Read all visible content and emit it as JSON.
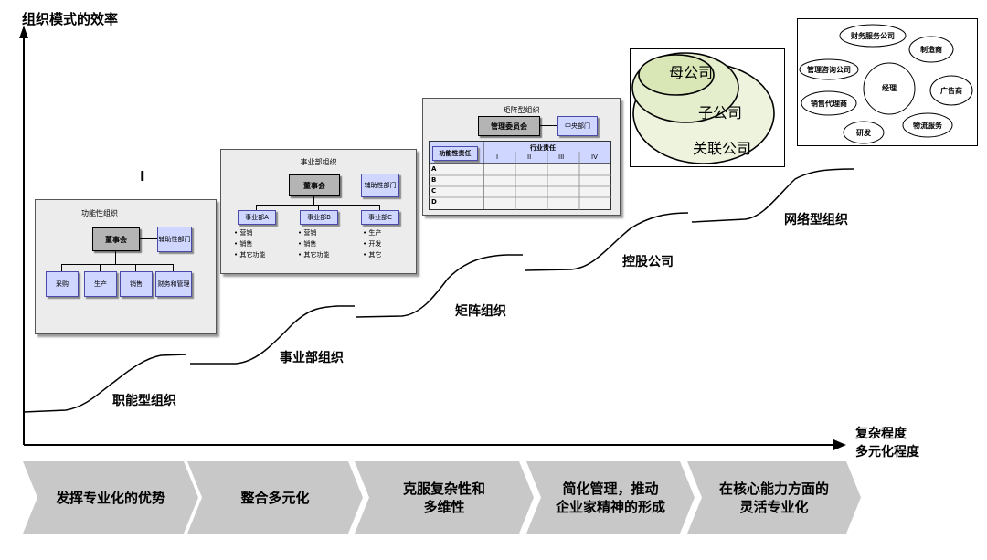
{
  "axes": {
    "y_label": "组织模式的效率",
    "x_label_1": "复杂程度",
    "x_label_2": "多元化程度"
  },
  "stages": [
    "职能型组织",
    "事业部组织",
    "矩阵组织",
    "控股公司",
    "网络型组织"
  ],
  "functional": {
    "stray_mark": "I",
    "title": "功能性组织",
    "board": "董事会",
    "aux": "辅助性部门",
    "depts": [
      "采购",
      "生产",
      "销售",
      "财务和管理"
    ]
  },
  "division": {
    "title": "事业部组织",
    "board": "董事会",
    "aux": "辅助性部门",
    "units": [
      {
        "name": "事业部A",
        "items": [
          "• 营销",
          "• 销售",
          "• 其它功能"
        ]
      },
      {
        "name": "事业部B",
        "items": [
          "• 营销",
          "• 销售",
          "• 其它功能"
        ]
      },
      {
        "name": "事业部C",
        "items": [
          "• 生产",
          "• 开发",
          "• 其它"
        ]
      }
    ]
  },
  "matrix": {
    "title": "矩阵型组织",
    "committee": "管理委员会",
    "central": "中央部门",
    "func_label": "功能性责任",
    "industry_label": "行业责任",
    "columns": [
      "I",
      "II",
      "III",
      "IV"
    ],
    "rows": [
      "A",
      "B",
      "C",
      "D"
    ]
  },
  "holding": {
    "parent": "母公司",
    "child": "子公司",
    "related": "关联公司"
  },
  "network": {
    "center": "经理",
    "nodes": [
      "财务服务公司",
      "制造商",
      "管理咨询公司",
      "广告商",
      "销售代理商",
      "物流服务",
      "研发"
    ]
  },
  "benefits": [
    "发挥专业化的优势",
    "整合多元化",
    "克服复杂性和\n多维性",
    "简化管理，推动\n企业家精神的形成",
    "在核心能力方面的\n灵活专业化"
  ],
  "colors": {
    "chevron": "#c8c8c8",
    "box_light": "#cfd6ff",
    "box_dark": "#b4b4b4",
    "panel": "#ececec",
    "circle_fill": "#e8f0d4"
  }
}
